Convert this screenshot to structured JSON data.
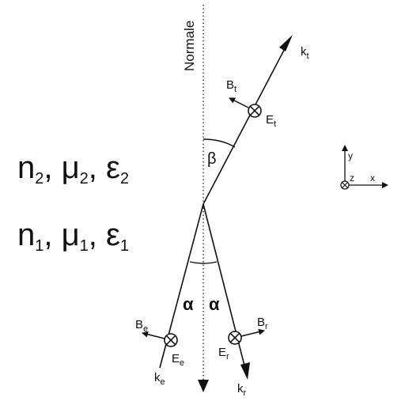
{
  "normal_label": "Normale",
  "medium_upper": {
    "n": "n",
    "n_sub": "2",
    "mu": "μ",
    "mu_sub": "2",
    "eps": "ε",
    "eps_sub": "2",
    "sep": ", "
  },
  "medium_lower": {
    "n": "n",
    "n_sub": "1",
    "mu": "μ",
    "mu_sub": "1",
    "eps": "ε",
    "eps_sub": "1",
    "sep": ", "
  },
  "angles": {
    "beta": "β",
    "alpha_left": "α",
    "alpha_right": "α"
  },
  "transmitted": {
    "k": "k",
    "k_sub": "t",
    "B": "B",
    "B_sub": "t",
    "E": "E",
    "E_sub": "t"
  },
  "incident": {
    "k": "k",
    "k_sub": "e",
    "B": "B",
    "B_sub": "e",
    "E": "E",
    "E_sub": "e"
  },
  "reflected": {
    "k": "k",
    "k_sub": "r",
    "B": "B",
    "B_sub": "r",
    "E": "E",
    "E_sub": "r"
  },
  "axes": {
    "x": "x",
    "y": "y",
    "z": "z"
  }
}
